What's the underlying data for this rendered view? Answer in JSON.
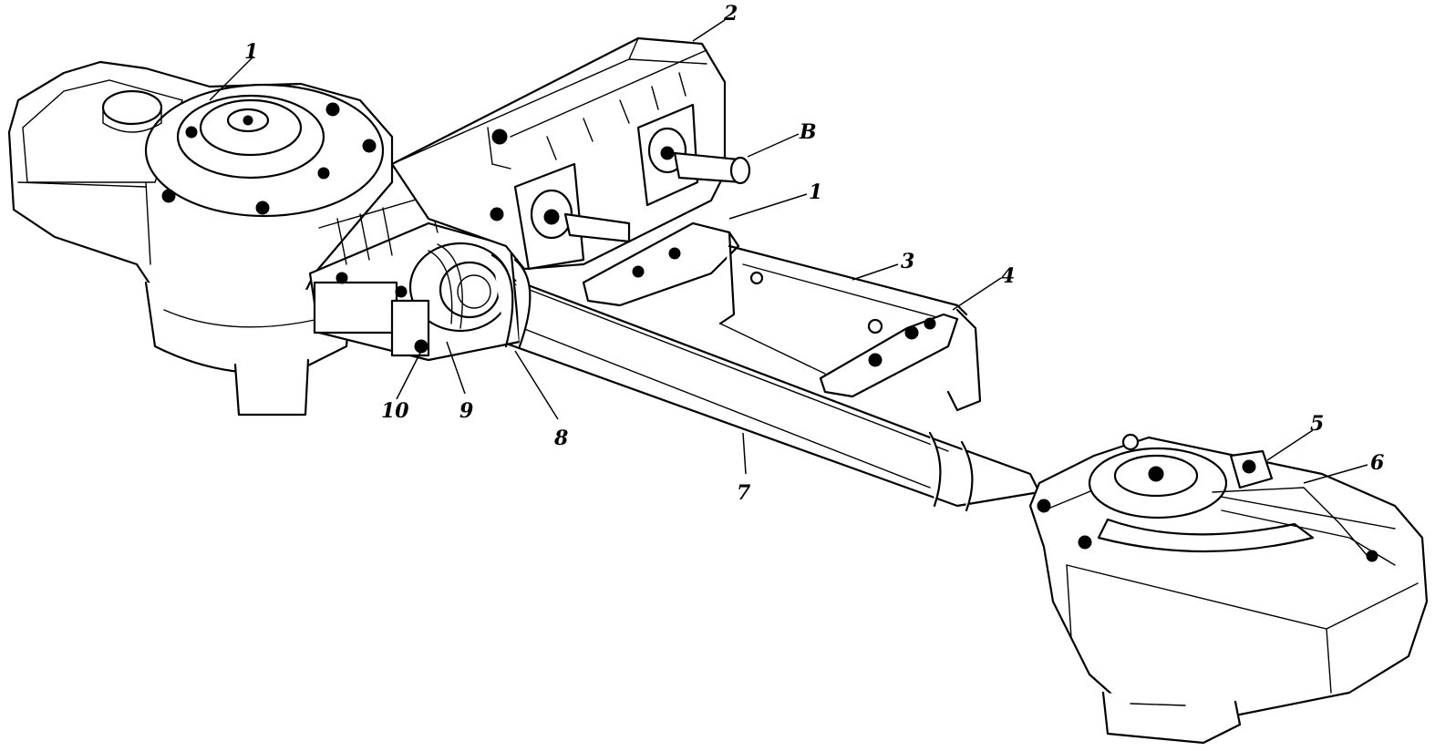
{
  "callouts": {
    "c1_left": "1",
    "c2": "2",
    "cB": "B",
    "c1_mid": "1",
    "c3": "3",
    "c4": "4",
    "c5": "5",
    "c6": "6",
    "c7": "7",
    "c8": "8",
    "c9": "9",
    "c10": "10"
  }
}
